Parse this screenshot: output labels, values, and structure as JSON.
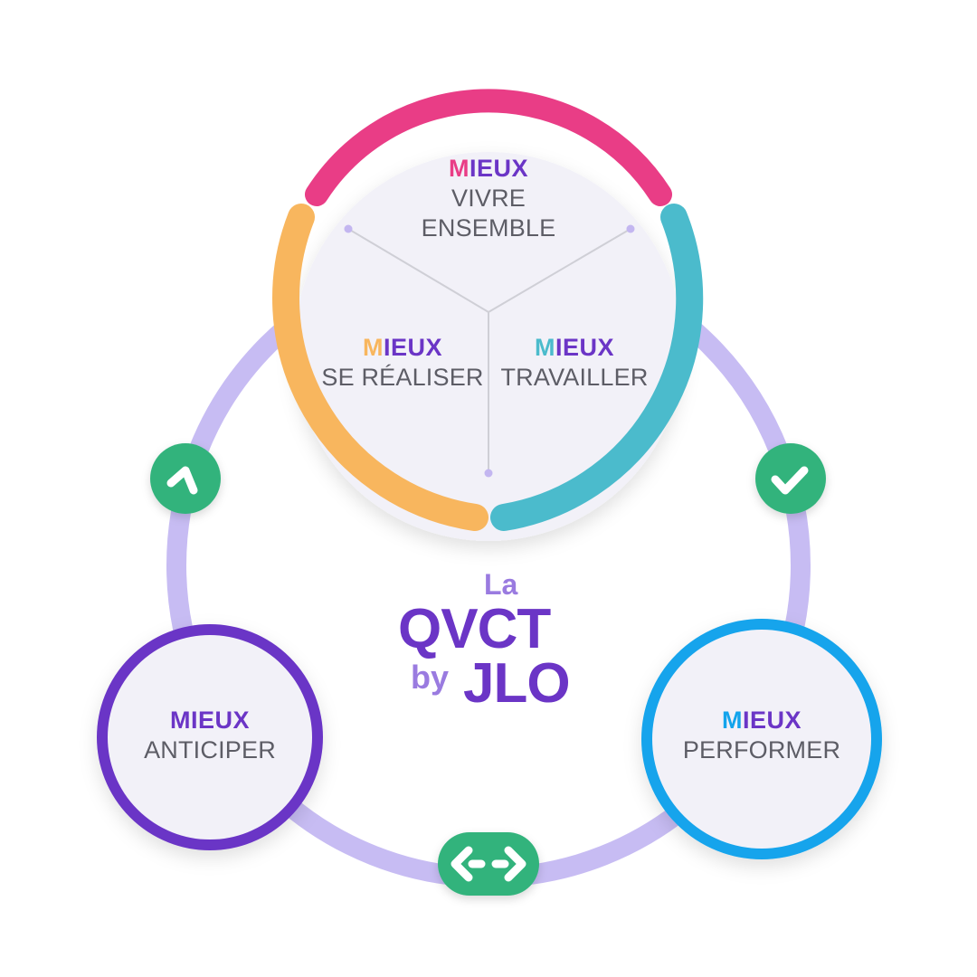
{
  "colors": {
    "pink": "#e93d86",
    "orange": "#f8b65e",
    "teal": "#4bbbcc",
    "lavender": "#c7bcf3",
    "purple": "#6b35c6",
    "blue": "#13a4ec",
    "green": "#33b37c",
    "text_gray": "#5d5d66"
  },
  "brand": {
    "line1": "La",
    "line2": "QVCT",
    "line3a": "by",
    "line3b": "JLO"
  },
  "top_circle": {
    "ensemble": {
      "initial": "M",
      "rest": "IEUX",
      "line1": "VIVRE",
      "line2": "ENSEMBLE",
      "accent": "#e93d86"
    },
    "realiser": {
      "initial": "M",
      "rest": "IEUX",
      "line1": "SE RÉALISER",
      "accent": "#f8b65e"
    },
    "travailler": {
      "initial": "M",
      "rest": "IEUX",
      "line1": "TRAVAILLER",
      "accent": "#4bbbcc"
    }
  },
  "anticiper": {
    "initial": "M",
    "rest": "IEUX",
    "line1": "ANTICIPER"
  },
  "performer": {
    "initial": "M",
    "rest": "IEUX",
    "line1": "PERFORMER"
  },
  "badges": {
    "left": "chevron-up-icon",
    "right": "check-icon",
    "bottom": "double-arrow-icon"
  }
}
